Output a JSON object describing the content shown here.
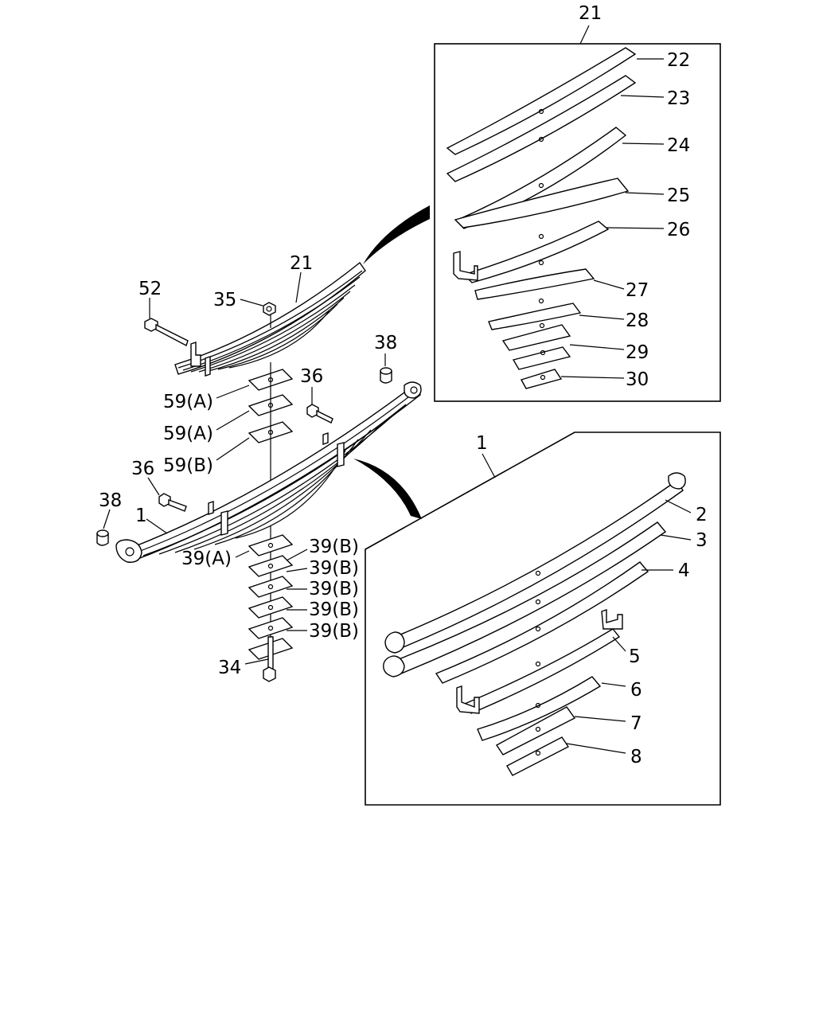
{
  "labels": {
    "l21_top": "21",
    "l22": "22",
    "l23": "23",
    "l24": "24",
    "l25": "25",
    "l26": "26",
    "l27": "27",
    "l28": "28",
    "l29": "29",
    "l30": "30",
    "l21_mid": "21",
    "l52": "52",
    "l35": "35",
    "l38_a": "38",
    "l36_a": "36",
    "l59a_1": "59(A)",
    "l59a_2": "59(A)",
    "l59b": "59(B)",
    "l36_b": "36",
    "l38_b": "38",
    "l1_main": "1",
    "l39a": "39(A)",
    "l39b_1": "39(B)",
    "l39b_2": "39(B)",
    "l39b_3": "39(B)",
    "l39b_4": "39(B)",
    "l39b_5": "39(B)",
    "l34": "34",
    "l1_box": "1",
    "l2": "2",
    "l3": "3",
    "l4": "4",
    "l5": "5",
    "l6": "6",
    "l7": "7",
    "l8": "8"
  }
}
